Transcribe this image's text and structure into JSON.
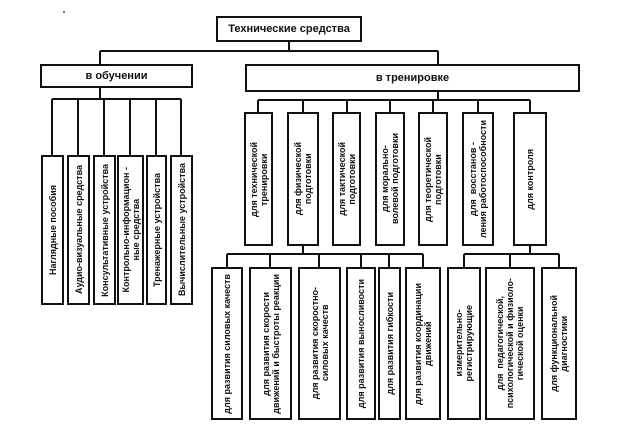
{
  "root": {
    "label": "Технические средства"
  },
  "training_use": {
    "label": "в обучении",
    "items": [
      "Наглядные пособия",
      "Аудио-визуальные средства",
      "Консультативные устройства",
      "Контрольно-информацион -\nные средства",
      "Тренажерные устройства",
      "Вычислительные устройства"
    ]
  },
  "trainings": {
    "label": "в тренировке",
    "items": [
      "для технической\nтренировки",
      "для физической\nподготовки",
      "для тактической\nподготовки",
      "для морально-\nволевой подготовки",
      "для теоретической\nподготовки",
      "для  восстанов -\nления работоспособности",
      "для контроля"
    ]
  },
  "physical_prep": {
    "items": [
      "для развития силовых качеств",
      "для развития скорости\nдвижений и быстроты реакции",
      "для развития скоростно-\nсиловых качеств",
      "для развития выносливости",
      "для развития гибкости",
      "для развития координации\nдвижений"
    ]
  },
  "control": {
    "items": [
      "измерительно-\nрегистрирующие",
      "для  педагогической,\nпсихологической и физиоло-\nгической оценки",
      "для функциональной\nдиагностики"
    ]
  }
}
